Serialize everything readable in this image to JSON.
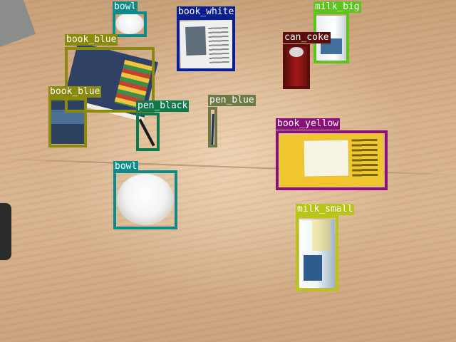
{
  "detections": [
    {
      "label": "bowl",
      "color": "#0f8a8a"
    },
    {
      "label": "book_white",
      "color": "#0a1f8f"
    },
    {
      "label": "milk_big",
      "color": "#5cc41a"
    },
    {
      "label": "can_coke",
      "color": "#5a0d0d"
    },
    {
      "label": "book_blue",
      "color": "#8a8a0f"
    },
    {
      "label": "book_blue",
      "color": "#8a8a0f"
    },
    {
      "label": "pen_black",
      "color": "#0d7a4e"
    },
    {
      "label": "pen_blue",
      "color": "#6e7a46"
    },
    {
      "label": "book_yellow",
      "color": "#8a0f7a"
    },
    {
      "label": "bowl",
      "color": "#0f8a8a"
    },
    {
      "label": "milk_small",
      "color": "#b8c41a"
    }
  ]
}
